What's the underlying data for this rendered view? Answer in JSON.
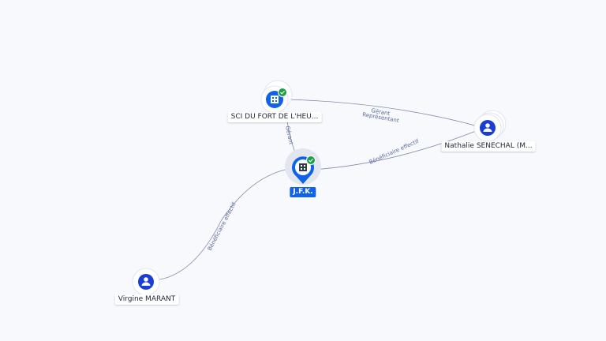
{
  "colors": {
    "primary": "#1063e8",
    "person": "#1a3dd6",
    "verified": "#1e9e4a",
    "edge": "#7f8aa8"
  },
  "nodes": {
    "sci": {
      "label": "SCI DU FORT DE L'HEU...",
      "icon": "building-icon",
      "verified": true
    },
    "jfk": {
      "label": "J.F.K.",
      "icon": "building-icon",
      "verified": true
    },
    "nathalie": {
      "label": "Nathalie SENECHAL (M...",
      "icon": "person-icon"
    },
    "virgine": {
      "label": "Virgine MARANT",
      "icon": "person-icon"
    }
  },
  "edges": {
    "sci_nathalie_1": "Gérant",
    "sci_nathalie_2": "Représentant",
    "sci_jfk": "Gérant",
    "jfk_nathalie": "Bénéficiaire effectif",
    "virgine_jfk": "Bénéficiaire effectif"
  }
}
